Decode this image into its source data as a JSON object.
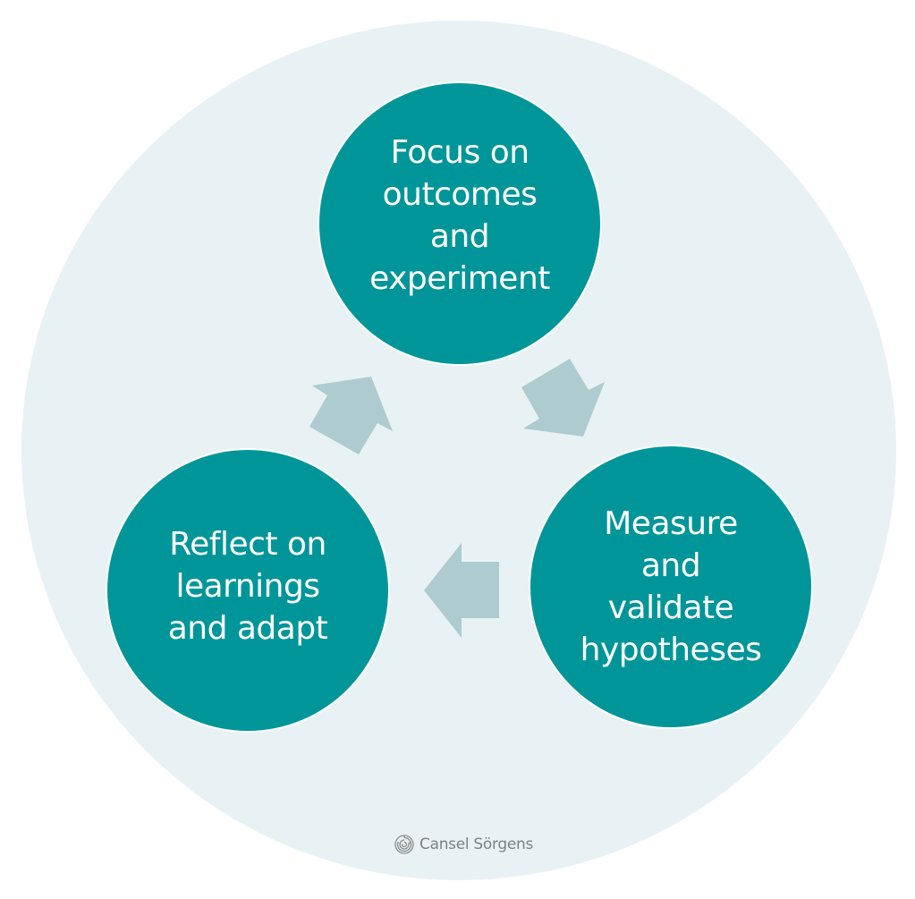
{
  "diagram": {
    "type": "cycle",
    "colors": {
      "background_circle": "#e8f2f4",
      "node_fill": "#009699",
      "node_text": "#ffffff",
      "arrow_fill": "#aecbcf",
      "credit_text": "#7f7f7f"
    },
    "nodes": [
      {
        "id": "top",
        "label": "Focus on\noutcomes\nand\nexperiment"
      },
      {
        "id": "right",
        "label": "Measure\nand\nvalidate\nhypotheses"
      },
      {
        "id": "left",
        "label": "Reflect on\nlearnings\nand adapt"
      }
    ],
    "edges": [
      {
        "from": "top",
        "to": "right",
        "direction": "down-right"
      },
      {
        "from": "right",
        "to": "left",
        "direction": "left"
      },
      {
        "from": "left",
        "to": "top",
        "direction": "up-right"
      }
    ],
    "credit": {
      "icon": "maze-logo-icon",
      "text": "Cansel Sörgens"
    }
  }
}
